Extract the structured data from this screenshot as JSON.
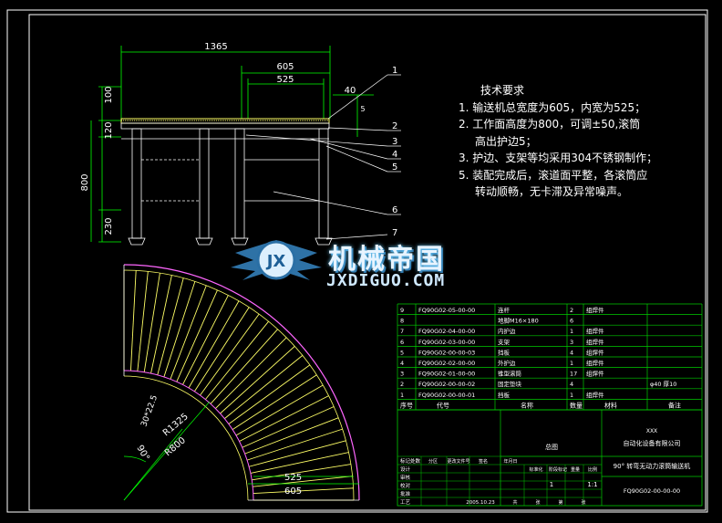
{
  "drawing": {
    "dims_top": {
      "overall": "1365",
      "outer": "605",
      "inner": "525",
      "offset": "40",
      "guard": "5"
    },
    "dims_side": {
      "a": "100",
      "b": "120",
      "total": "800",
      "c": "230"
    },
    "dims_plan": {
      "r1": "R1325",
      "r2": "R800",
      "angle": "90°",
      "inner": "525",
      "outer": "605",
      "pitch": "30*22.5"
    },
    "callouts": [
      "1",
      "2",
      "3",
      "4",
      "5",
      "6",
      "7"
    ]
  },
  "notes": {
    "title": "技术要求",
    "lines": [
      "1. 输送机总宽度为605，内宽为525；",
      "2. 工作面高度为800，可调±50,滚筒",
      "高出护边5；",
      "3. 护边、支架等均采用304不锈钢制作；",
      "5. 装配完成后，滚道面平整，各滚筒应",
      "转动顺畅，无卡滞及异常噪声。"
    ]
  },
  "watermark": {
    "name": "机械帝国",
    "site": "JXDIGUO.COM",
    "logo": "JX"
  },
  "bom": {
    "headers": [
      "序号",
      "代号",
      "名称",
      "数量",
      "材料",
      "备注"
    ],
    "rows": [
      {
        "no": "9",
        "code": "FQ90G02-05-00-00",
        "name": "连杆",
        "qty": "2",
        "mat": "组焊件",
        "note": ""
      },
      {
        "no": "8",
        "code": "",
        "name": "地脚M16×180",
        "qty": "6",
        "mat": "",
        "note": ""
      },
      {
        "no": "7",
        "code": "FQ90G02-04-00-00",
        "name": "内护边",
        "qty": "1",
        "mat": "组焊件",
        "note": ""
      },
      {
        "no": "6",
        "code": "FQ90G02-03-00-00",
        "name": "支架",
        "qty": "3",
        "mat": "组焊件",
        "note": ""
      },
      {
        "no": "5",
        "code": "FQ90G02-00-00-03",
        "name": "挡板",
        "qty": "4",
        "mat": "组焊件",
        "note": ""
      },
      {
        "no": "4",
        "code": "FQ90G02-02-00-00",
        "name": "外护边",
        "qty": "1",
        "mat": "组焊件",
        "note": ""
      },
      {
        "no": "3",
        "code": "FQ90G02-01-00-00",
        "name": "锥型滚筒",
        "qty": "17",
        "mat": "组焊件",
        "note": ""
      },
      {
        "no": "2",
        "code": "FQ90G02-00-00-02",
        "name": "固定垫块",
        "qty": "4",
        "mat": "",
        "note": "φ40 厚10"
      },
      {
        "no": "1",
        "code": "FQ90G02-00-00-01",
        "name": "挡板",
        "qty": "1",
        "mat": "组焊件",
        "note": ""
      }
    ]
  },
  "titleblock": {
    "company_x": "XXX",
    "company": "自动化设备有限公司",
    "assembly": "总图",
    "part_name": "90° 转弯无动力滚筒输送机",
    "drawing_no": "FQ90G02-00-00-00",
    "scale": "1:1",
    "sheet": "1",
    "left_labels": [
      "标记处数",
      "设计",
      "审核",
      "校对",
      "批准",
      "工艺"
    ],
    "mid_labels": [
      "分区",
      "更改文件号",
      "签名",
      "年月日",
      "标准化",
      "阶段标记",
      "重量",
      "比例",
      "共",
      "张",
      "第",
      "张"
    ],
    "date": "2005.10.23"
  },
  "colors": {
    "frame": "#ffffff",
    "roller": "#ffff66",
    "dim": "#00ff00",
    "guard": "#ff66ff",
    "callout": "#ffffff",
    "bom_line": "#00cc00",
    "bom_text": "#ffffff"
  }
}
